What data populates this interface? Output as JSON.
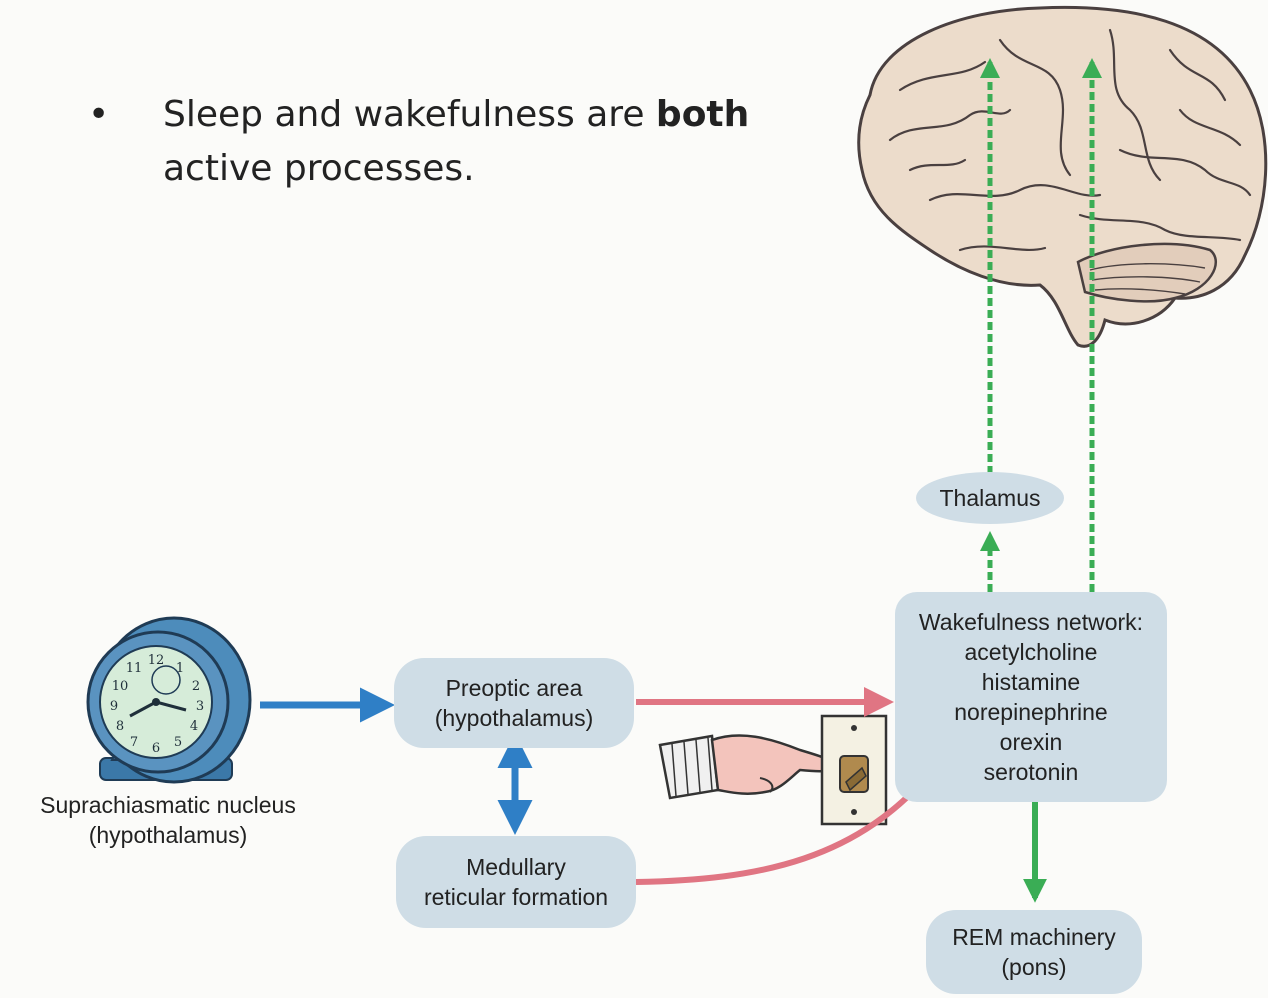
{
  "bullet": {
    "symbol": "•",
    "text_before": "Sleep and wakefulness are ",
    "text_bold": "both",
    "text_after": " active processes."
  },
  "nodes": {
    "scn": {
      "lines": [
        "Suprachiasmatic nucleus",
        "(hypothalamus)"
      ]
    },
    "preoptic": {
      "lines": [
        "Preoptic area",
        "(hypothalamus)"
      ]
    },
    "medullary": {
      "lines": [
        "Medullary",
        "reticular formation"
      ]
    },
    "thalamus": {
      "lines": [
        "Thalamus"
      ]
    },
    "wakefulness": {
      "lines": [
        "Wakefulness network:",
        "acetylcholine",
        "histamine",
        "norepinephrine",
        "orexin",
        "serotonin"
      ]
    },
    "rem": {
      "lines": [
        "REM machinery",
        "(pons)"
      ]
    }
  },
  "colors": {
    "node_fill": "#cfdde6",
    "arrow_blue": "#2f7fc6",
    "arrow_red": "#e07583",
    "arrow_green": "#3aad55",
    "brain_fill": "#ecdccb",
    "brain_stroke": "#4a4040"
  }
}
